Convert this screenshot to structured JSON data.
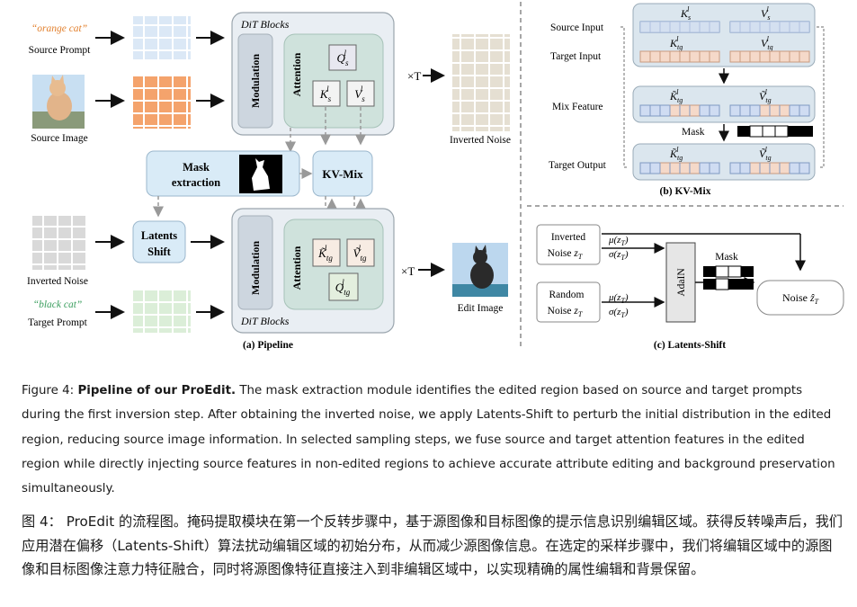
{
  "pipeline": {
    "source_prompt_quote": "“orange cat”",
    "source_prompt_label": "Source Prompt",
    "source_image_label": "Source Image",
    "dit_top_label": "DiT Blocks",
    "dit_bottom_label": "DiT Blocks",
    "modulation_label": "Modulation",
    "attention_label": "Attention",
    "times_t": "×T",
    "inverted_noise_right": "Inverted Noise",
    "mask_extraction_label": "Mask extraction",
    "kv_mix_label": "KV-Mix",
    "latents_shift_label": "Latents Shift",
    "inverted_noise_left": "Inverted Noise",
    "target_prompt_quote": "“black cat”",
    "target_prompt_label": "Target Prompt",
    "edit_image_label": "Edit Image",
    "subcaption": "(a) Pipeline"
  },
  "kvmix": {
    "source_input": "Source Input",
    "target_input": "Target Input",
    "mix_feature": "Mix Feature",
    "mask": "Mask",
    "target_output": "Target Output",
    "subcaption": "(b) KV-Mix"
  },
  "latents": {
    "inverted_noise": "Inverted",
    "inverted_noise2": "Noise z",
    "random_noise": "Random",
    "random_noise2": "Noise z",
    "adain": "AdaIN",
    "mask": "Mask",
    "noise_out": "Noise ẑ",
    "subcaption": "(c) Latents-Shift"
  },
  "caption": {
    "prefix": "Figure 4: ",
    "title": "Pipeline of our ProEdit.",
    "body": " The mask extraction module identifies the edited region based on source and target prompts during the first inversion step. After obtaining the inverted noise, we apply Latents-Shift to perturb the initial distribution in the edited region, reducing source image information. In selected sampling steps, we fuse source and target attention features in the edited region while directly injecting source features in non-edited regions to achieve accurate attribute editing and background preservation simultaneously.",
    "zh": "图 4： ProEdit 的流程图。掩码提取模块在第一个反转步骤中，基于源图像和目标图像的提示信息识别编辑区域。获得反转噪声后，我们应用潜在偏移（Latents-Shift）算法扰动编辑区域的初始分布，从而减少源图像信息。在选定的采样步骤中，我们将编辑区域中的源图像和目标图像注意力特征融合，同时将源图像特征直接注入到非编辑区域中，以实现精确的属性编辑和背景保留。"
  },
  "colors": {
    "blue_grid": "#dbe8f6",
    "orange_grid": "#f4a36c",
    "gray_grid": "#d9d9d9",
    "green_grid": "#dbeed8",
    "dit_bg": "#e9eef3",
    "attention_bg": "#cfe2dc",
    "box_blue": "#d9ebf7"
  }
}
